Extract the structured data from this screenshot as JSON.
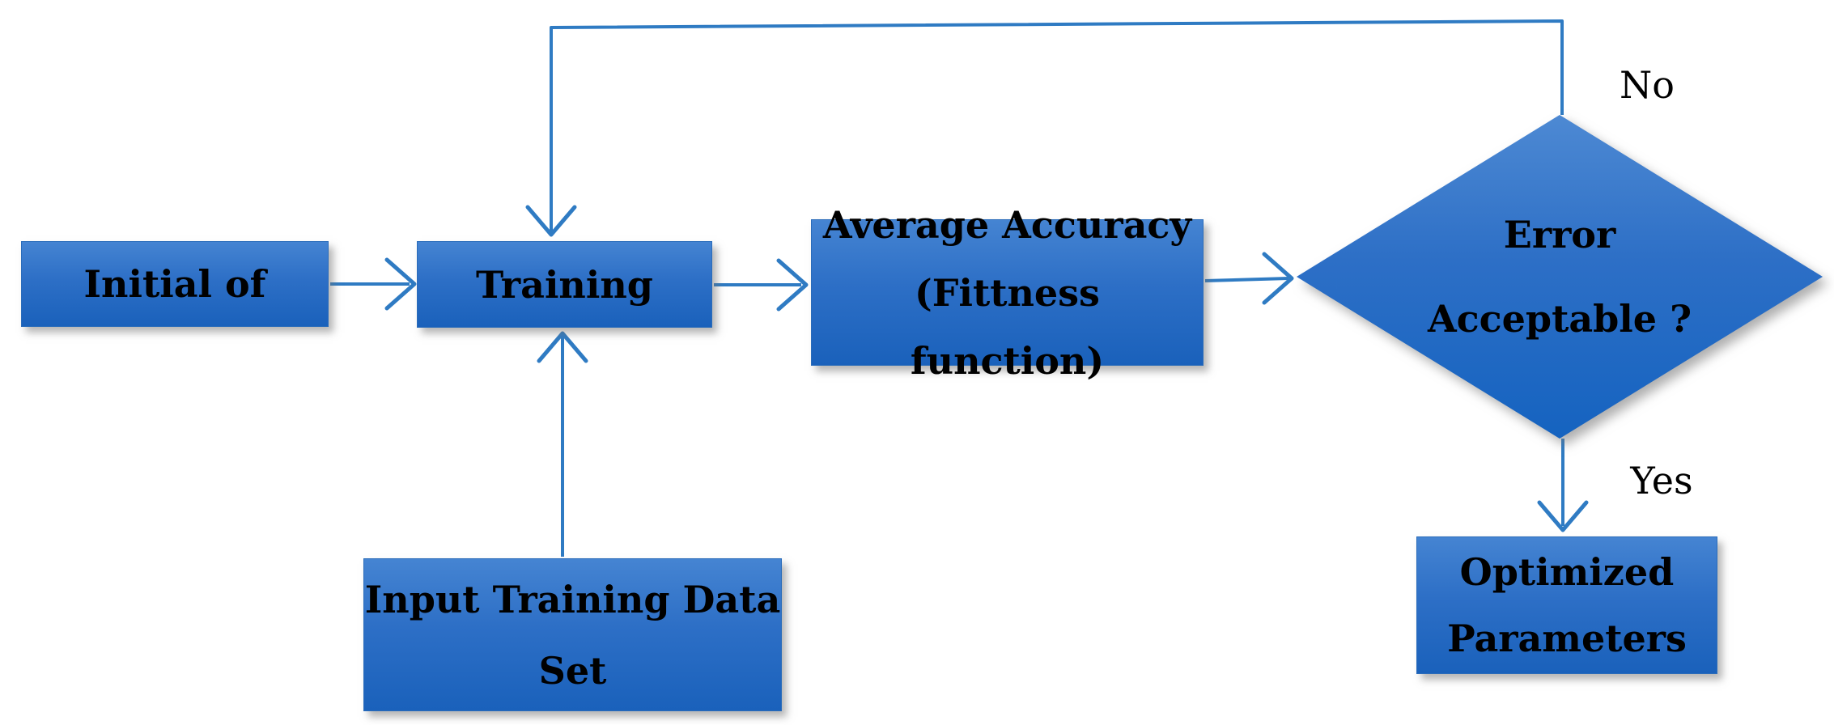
{
  "diagram": {
    "type": "flowchart",
    "colors": {
      "arrow": "#2f7bc3",
      "node_fill_top": "#4584d2",
      "node_fill_bottom": "#1a61bb",
      "label_color": "#000000"
    },
    "nodes": [
      {
        "id": "initial-of",
        "shape": "rect",
        "label": "Initial of"
      },
      {
        "id": "training",
        "shape": "rect",
        "label": "Training"
      },
      {
        "id": "average-accuracy",
        "shape": "rect",
        "label_line1": "Average Accuracy",
        "label_line2": "(Fittness function)"
      },
      {
        "id": "error-acceptable",
        "shape": "diamond",
        "label_line1": "Error",
        "label_line2": "Acceptable ?"
      },
      {
        "id": "optimized-parameters",
        "shape": "rect",
        "label_line1": "Optimized",
        "label_line2": "Parameters"
      },
      {
        "id": "input-training-data-set",
        "shape": "rect",
        "label_line1": "Input Training Data",
        "label_line2": "Set"
      }
    ],
    "edge_labels": {
      "no": "No",
      "yes": "Yes"
    },
    "edges": [
      {
        "from": "initial-of",
        "to": "training"
      },
      {
        "from": "training",
        "to": "average-accuracy"
      },
      {
        "from": "average-accuracy",
        "to": "error-acceptable"
      },
      {
        "from": "error-acceptable",
        "to": "training",
        "label": "No"
      },
      {
        "from": "error-acceptable",
        "to": "optimized-parameters",
        "label": "Yes"
      },
      {
        "from": "input-training-data-set",
        "to": "training"
      }
    ]
  }
}
